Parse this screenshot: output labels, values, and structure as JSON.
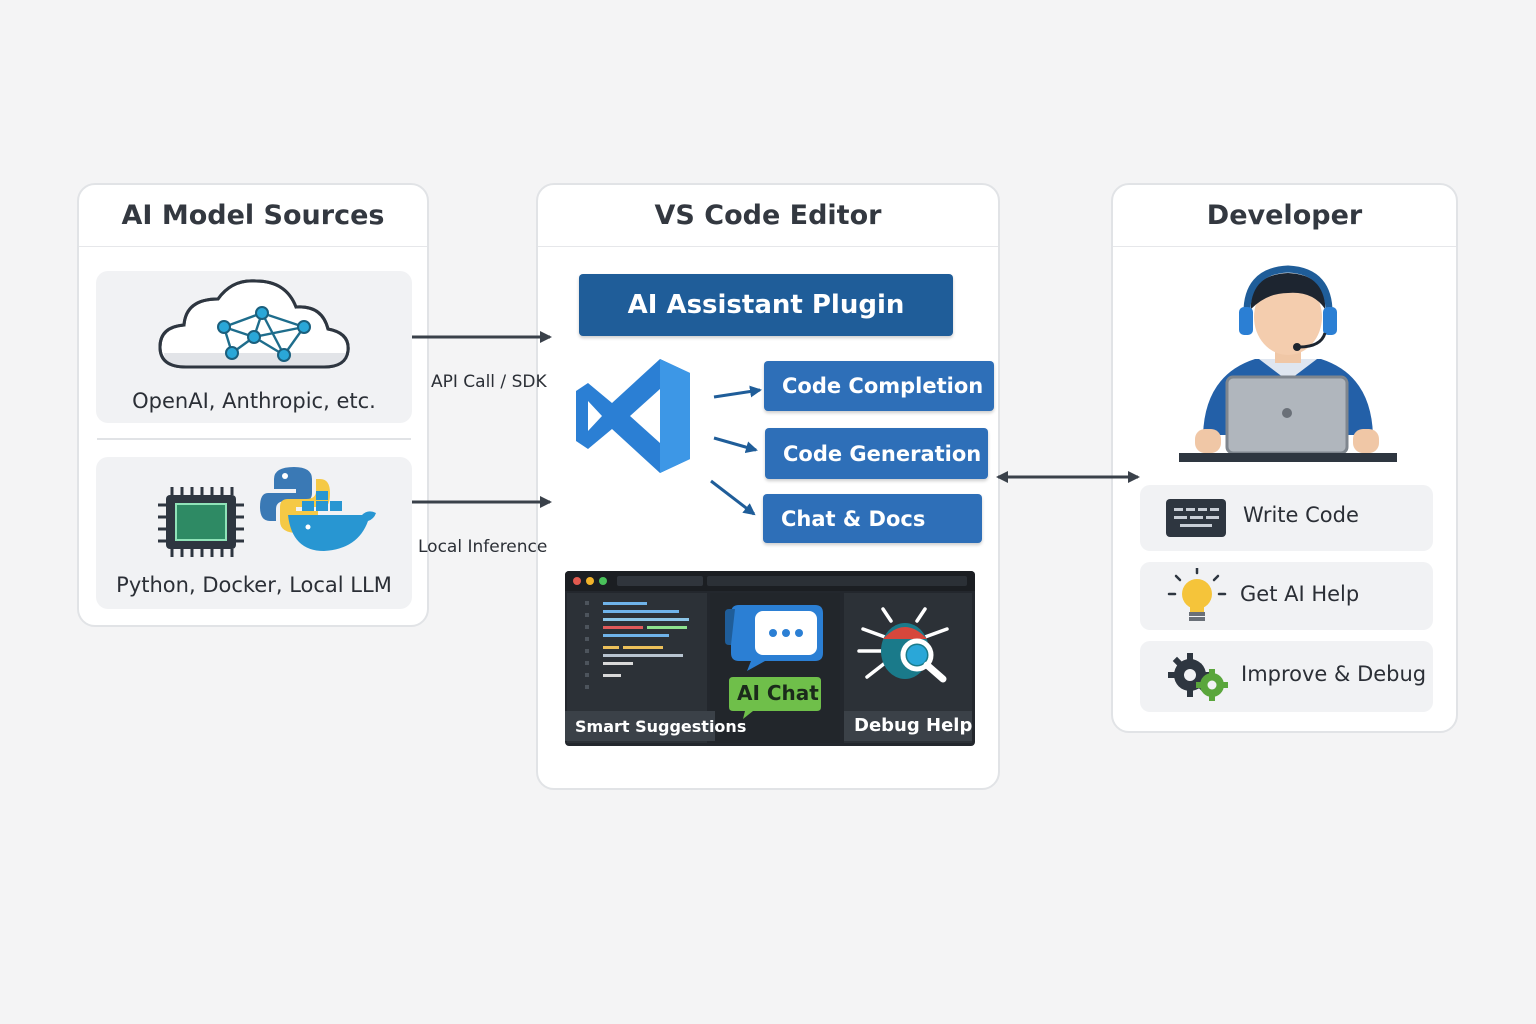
{
  "panels": {
    "sources": {
      "title": "AI Model Sources",
      "cloud_label": "OpenAI, Anthropic, etc.",
      "local_label": "Python, Docker, Local LLM"
    },
    "editor": {
      "title": "VS Code Editor",
      "plugin": "AI Assistant Plugin",
      "features": [
        "Code Completion",
        "Code Generation",
        "Chat & Docs"
      ],
      "strip": {
        "smart_suggestions": "Smart Suggestions",
        "ai_chat": "AI Chat",
        "debug_help": "Debug Help"
      }
    },
    "developer": {
      "title": "Developer",
      "actions": [
        "Write Code",
        "Get AI Help",
        "Improve & Debug"
      ]
    }
  },
  "connections": {
    "api": "API Call / SDK",
    "local": "Local Inference"
  },
  "colors": {
    "plugin_bar": "#1f5d99",
    "feature_box": "#2e6fb8",
    "arrow": "#3a414a"
  },
  "icons": [
    "cloud-network-icon",
    "chip-icon",
    "python-icon",
    "docker-icon",
    "vscode-logo-icon",
    "code-lines-icon",
    "chat-bubble-icon",
    "bug-search-icon",
    "developer-avatar-icon",
    "keyboard-icon",
    "lightbulb-icon",
    "gears-icon"
  ]
}
